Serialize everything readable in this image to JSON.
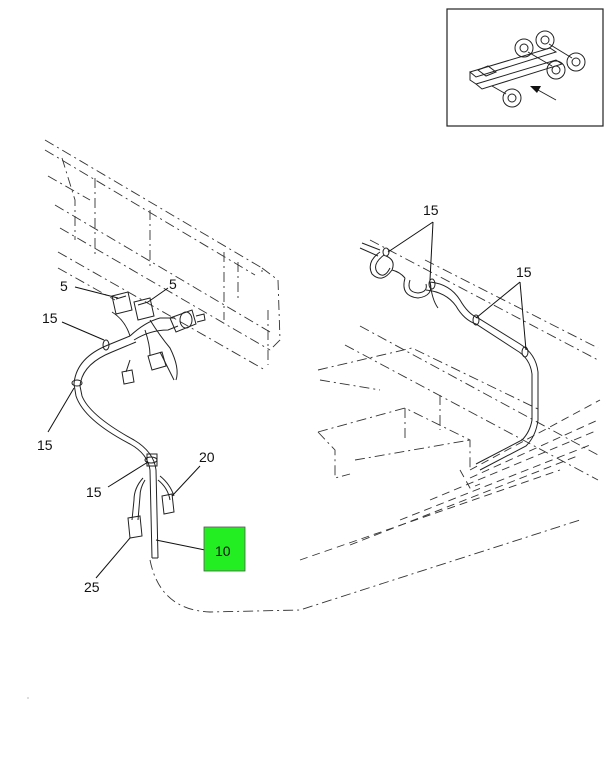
{
  "callouts": {
    "c5a": "5",
    "c5b": "5",
    "c15_left_upper": "15",
    "c15_left_mid": "15",
    "c15_left_lower": "15",
    "c15_right_upper": "15",
    "c15_right_mid": "15",
    "c20": "20",
    "c25": "25",
    "c10": "10"
  },
  "colors": {
    "highlight": "#22ee22",
    "line": "#222222"
  }
}
